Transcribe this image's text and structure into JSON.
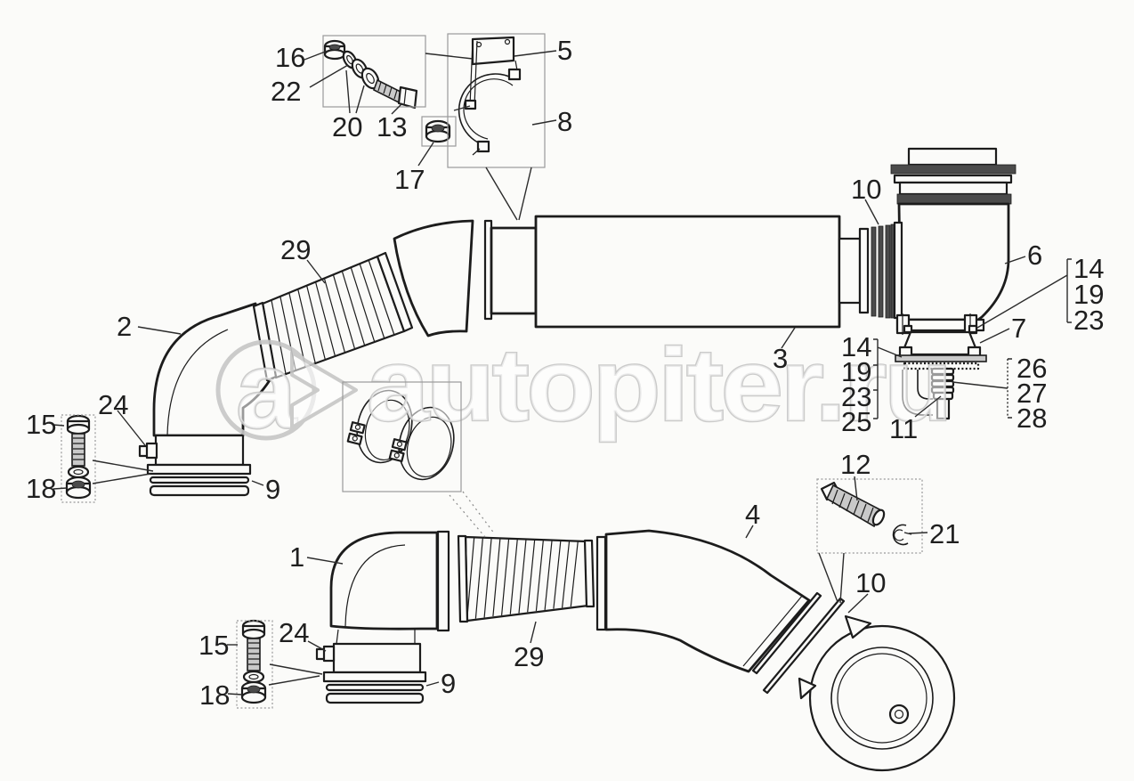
{
  "colors": {
    "background": "#fbfbf9",
    "line": "#1c1c1c",
    "box_outline": "#9a9a9a",
    "watermark": "#c6c6c6"
  },
  "watermark": {
    "logo_letter": "a",
    "text": "autopiter.ru"
  },
  "labels": {
    "n16": "16",
    "n22": "22",
    "n20": "20",
    "n13": "13",
    "n17": "17",
    "n5": "5",
    "n8": "8",
    "n10_top": "10",
    "n6": "6",
    "n14_r": "14",
    "n19_r": "19",
    "n23_r": "23",
    "n7": "7",
    "n3": "3",
    "n14_l": "14",
    "n19_l": "19",
    "n23_l": "23",
    "n25_l": "25",
    "n26": "26",
    "n27": "27",
    "n28": "28",
    "n11": "11",
    "n29_top": "29",
    "n2": "2",
    "n15_top": "15",
    "n24_top": "24",
    "n18_top": "18",
    "n9_top": "9",
    "n12": "12",
    "n21": "21",
    "n4": "4",
    "n10_bottom": "10",
    "n1": "1",
    "n15_bottom": "15",
    "n24_bottom": "24",
    "n18_bottom": "18",
    "n9_bottom": "9",
    "n29_bottom": "29"
  }
}
